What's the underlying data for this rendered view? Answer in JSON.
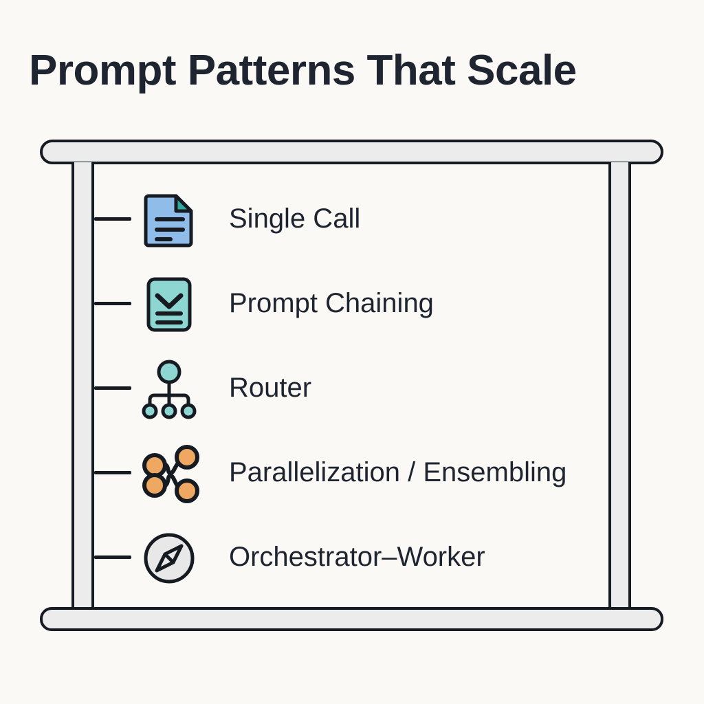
{
  "page": {
    "title": "Prompt Patterns That Scale",
    "background_color": "#faf9f5",
    "text_color": "#1e2430"
  },
  "frame": {
    "name": "easel-frame",
    "bar_fill": "#ececec",
    "outline_color": "#161b22"
  },
  "rows": [
    {
      "label": "Single Call",
      "icon": "document-icon",
      "icon_fill": "#8fbce8",
      "icon_accent": "#2fa8a0"
    },
    {
      "label": "Prompt Chaining",
      "icon": "chevron-document-icon",
      "icon_fill": "#8ed6d1",
      "icon_accent": "#161b22"
    },
    {
      "label": "Router",
      "icon": "router-tree-icon",
      "icon_fill": "#8ed6d1",
      "icon_accent": "#161b22"
    },
    {
      "label": "Parallelization / Ensembling",
      "icon": "parallel-nodes-icon",
      "icon_fill": "#efa862",
      "icon_accent": "#161b22"
    },
    {
      "label": "Orchestrator–Worker",
      "icon": "compass-icon",
      "icon_fill": "#e8e8e8",
      "icon_accent": "#161b22"
    }
  ]
}
